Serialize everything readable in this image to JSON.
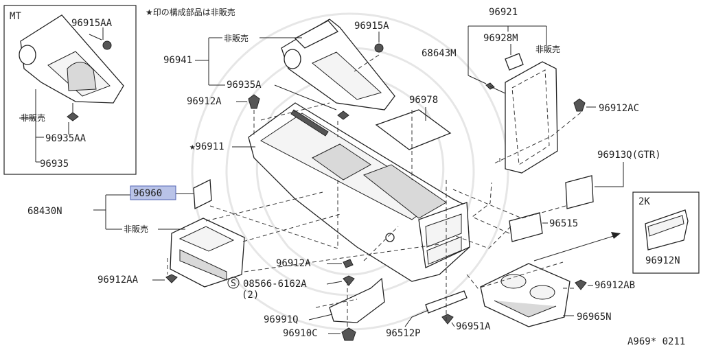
{
  "header": {
    "note": "★印の構成部品は非販売"
  },
  "inset_mt": {
    "title": "MT",
    "labels": [
      "96915AA",
      "非販売",
      "96935AA",
      "96935"
    ]
  },
  "inset_2k": {
    "title": "2K",
    "labels": [
      "96912N"
    ]
  },
  "callouts": [
    "非販売",
    "96941",
    "96935A",
    "96915A",
    "96912A",
    "96978",
    "★96911",
    "96921",
    "96928M",
    "非販売",
    "68643M",
    "96912AC",
    "96913Q(GTR)",
    "96515",
    "68430N",
    "96960",
    "非販売",
    "96912A",
    "96912AA",
    "S",
    "08566-6162A",
    "(2)",
    "96912AB",
    "96991Q",
    "96965N",
    "96910C",
    "96512P",
    "96951A"
  ],
  "footer": {
    "code": "A969* 0211"
  },
  "colors": {
    "highlight": "#b9c3e8",
    "line": "#222222"
  }
}
